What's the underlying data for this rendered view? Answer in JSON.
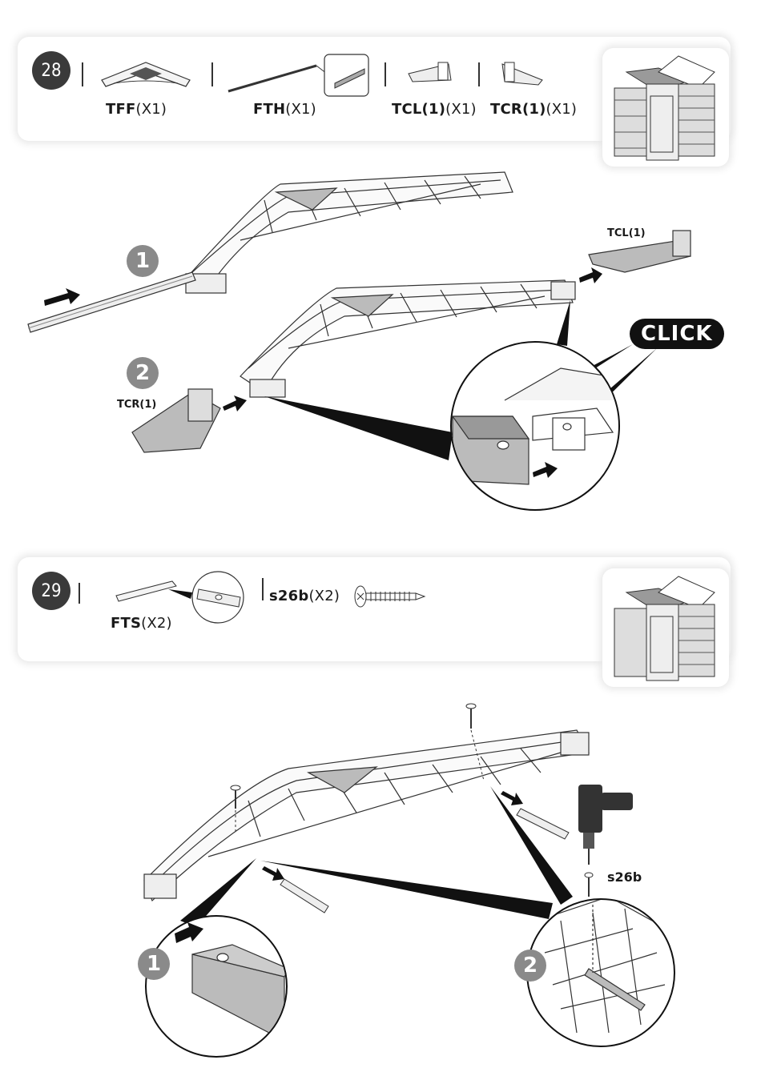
{
  "step28": {
    "number": "28",
    "parts": [
      {
        "code": "TFF",
        "qty": "(X1)"
      },
      {
        "code": "FTH",
        "qty": "(X1)"
      },
      {
        "code": "TCL(1)",
        "qty": "(X1)"
      },
      {
        "code": "TCR(1)",
        "qty": "(X1)"
      }
    ],
    "substeps": [
      "1",
      "2"
    ],
    "tag_tcl": "TCL(1)",
    "tag_tcr": "TCR(1)",
    "click_label": "CLICK"
  },
  "step29": {
    "number": "29",
    "parts": [
      {
        "code": "FTS",
        "qty": "(X2)"
      },
      {
        "code": "s26b",
        "qty": "(X2)"
      }
    ],
    "substeps": [
      "1",
      "2"
    ],
    "screw_tag": "s26b"
  },
  "colors": {
    "badge": "#3a3a3a",
    "substep": "#8a8a8a",
    "line": "#1a1a1a"
  }
}
